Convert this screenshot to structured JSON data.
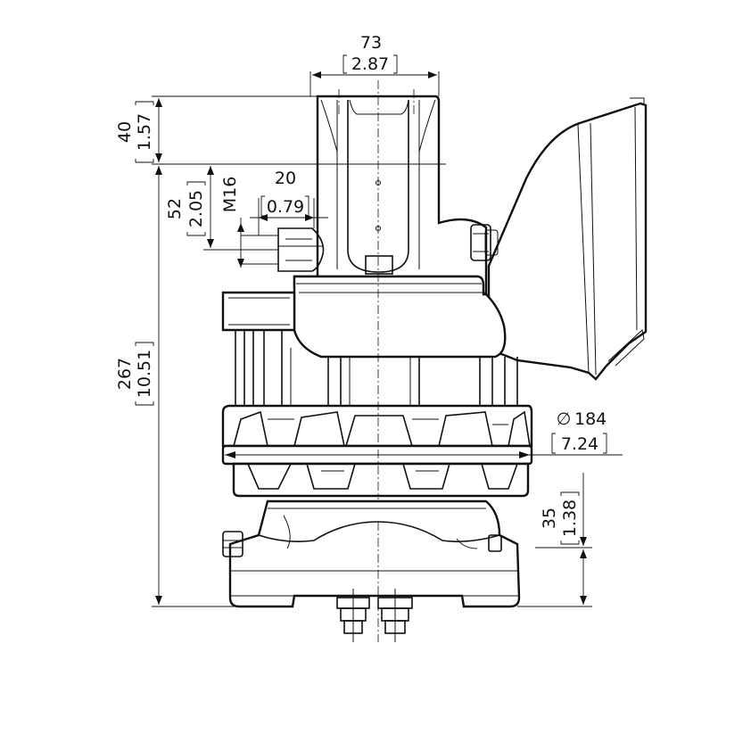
{
  "dimensions": {
    "top_width": {
      "mm": "73",
      "inch": "2.87"
    },
    "top_height": {
      "mm": "40",
      "inch": "1.57"
    },
    "offset": {
      "mm": "20",
      "inch": "0.79"
    },
    "thread": {
      "label": "M16"
    },
    "bolt_height": {
      "mm": "52",
      "inch": "2.05"
    },
    "total_height": {
      "mm": "267",
      "inch": "10.51"
    },
    "diameter": {
      "symbol": "∅",
      "mm": "184",
      "inch": "7.24"
    },
    "base_height": {
      "mm": "35",
      "inch": "1.38"
    }
  }
}
